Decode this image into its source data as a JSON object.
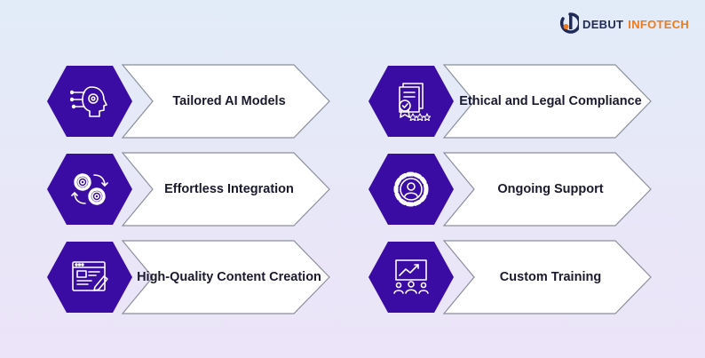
{
  "brand": {
    "word1": "DEBUT",
    "word2": "INFOTECH",
    "logo_icon": "debut-d-logo-icon"
  },
  "colors": {
    "hex": "#3a0ca3",
    "brand_navy": "#1f2a5a",
    "brand_orange": "#f07a1a"
  },
  "cards": [
    {
      "label": "Tailored AI Models",
      "icon": "ai-brain-icon"
    },
    {
      "label": "Ethical and Legal Compliance",
      "icon": "compliance-document-icon"
    },
    {
      "label": "Effortless Integration",
      "icon": "integration-gears-icon"
    },
    {
      "label": "Ongoing Support",
      "icon": "support-gear-user-icon"
    },
    {
      "label": "High-Quality Content Creation",
      "icon": "content-creation-icon"
    },
    {
      "label": "Custom Training",
      "icon": "custom-training-icon"
    }
  ]
}
